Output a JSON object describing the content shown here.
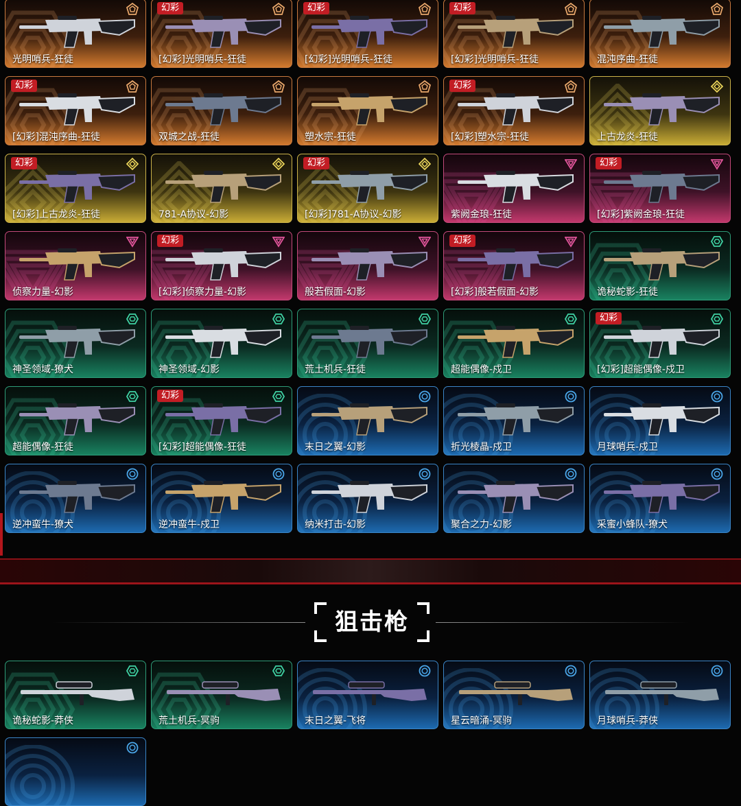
{
  "section": {
    "title": "狙击枪"
  },
  "rifles": [
    {
      "name": "光明哨兵-狂徒",
      "tier": "orange",
      "variant": false
    },
    {
      "name": "[幻彩]光明哨兵-狂徒",
      "tier": "orange",
      "variant": true
    },
    {
      "name": "[幻彩]光明哨兵-狂徒",
      "tier": "orange",
      "variant": true
    },
    {
      "name": "[幻彩]光明哨兵-狂徒",
      "tier": "orange",
      "variant": true
    },
    {
      "name": "混沌序曲-狂徒",
      "tier": "orange",
      "variant": false
    },
    {
      "name": "[幻彩]混沌序曲-狂徒",
      "tier": "orange",
      "variant": true
    },
    {
      "name": "双城之战-狂徒",
      "tier": "orange",
      "variant": false
    },
    {
      "name": "塑水宗-狂徒",
      "tier": "orange",
      "variant": false
    },
    {
      "name": "[幻彩]塑水宗-狂徒",
      "tier": "orange",
      "variant": true
    },
    {
      "name": "上古龙炎-狂徒",
      "tier": "gold",
      "variant": false
    },
    {
      "name": "[幻彩]上古龙炎-狂徒",
      "tier": "gold",
      "variant": true
    },
    {
      "name": "781-A协议-幻影",
      "tier": "gold",
      "variant": false
    },
    {
      "name": "[幻彩]781-A协议-幻影",
      "tier": "gold",
      "variant": true
    },
    {
      "name": "紫阙金琅-狂徒",
      "tier": "pink",
      "variant": false
    },
    {
      "name": "[幻彩]紫阙金琅-狂徒",
      "tier": "pink",
      "variant": true
    },
    {
      "name": "侦察力量-幻影",
      "tier": "pink",
      "variant": false
    },
    {
      "name": "[幻彩]侦察力量-幻影",
      "tier": "pink",
      "variant": true
    },
    {
      "name": "般若假面-幻影",
      "tier": "pink",
      "variant": false
    },
    {
      "name": "[幻彩]般若假面-幻影",
      "tier": "pink",
      "variant": true
    },
    {
      "name": "诡秘蛇影-狂徒",
      "tier": "teal",
      "variant": false
    },
    {
      "name": "神圣领域-獠犬",
      "tier": "teal",
      "variant": false
    },
    {
      "name": "神圣领域-幻影",
      "tier": "teal",
      "variant": false
    },
    {
      "name": "荒土机兵-狂徒",
      "tier": "teal",
      "variant": false
    },
    {
      "name": "超能偶像-戍卫",
      "tier": "teal",
      "variant": false
    },
    {
      "name": "[幻彩]超能偶像-戍卫",
      "tier": "teal",
      "variant": true
    },
    {
      "name": "超能偶像-狂徒",
      "tier": "teal",
      "variant": false
    },
    {
      "name": "[幻彩]超能偶像-狂徒",
      "tier": "teal",
      "variant": true
    },
    {
      "name": "末日之翼-幻影",
      "tier": "blue",
      "variant": false
    },
    {
      "name": "折光棱晶-戍卫",
      "tier": "blue",
      "variant": false
    },
    {
      "name": "月球哨兵-戍卫",
      "tier": "blue",
      "variant": false
    },
    {
      "name": "逆冲蛮牛-獠犬",
      "tier": "blue",
      "variant": false
    },
    {
      "name": "逆冲蛮牛-戍卫",
      "tier": "blue",
      "variant": false
    },
    {
      "name": "纳米打击-幻影",
      "tier": "blue",
      "variant": false
    },
    {
      "name": "聚合之力-幻影",
      "tier": "blue",
      "variant": false
    },
    {
      "name": "采蜜小蜂队-獠犬",
      "tier": "blue",
      "variant": false
    }
  ],
  "snipers": [
    {
      "name": "诡秘蛇影-莽侠",
      "tier": "teal",
      "variant": false
    },
    {
      "name": "荒土机兵-冥驹",
      "tier": "teal",
      "variant": false
    },
    {
      "name": "末日之翼-飞将",
      "tier": "blue",
      "variant": false
    },
    {
      "name": "星云暗涌-冥驹",
      "tier": "blue",
      "variant": false
    },
    {
      "name": "月球哨兵-莽侠",
      "tier": "blue",
      "variant": false
    },
    {
      "name": "",
      "tier": "blue",
      "variant": false
    }
  ],
  "ui": {
    "variant_badge": "幻彩"
  },
  "tier_colors": {
    "orange": "#e7a66a",
    "gold": "#e9d35a",
    "pink": "#e0559a",
    "teal": "#3fd0a2",
    "blue": "#4aa6e8"
  }
}
